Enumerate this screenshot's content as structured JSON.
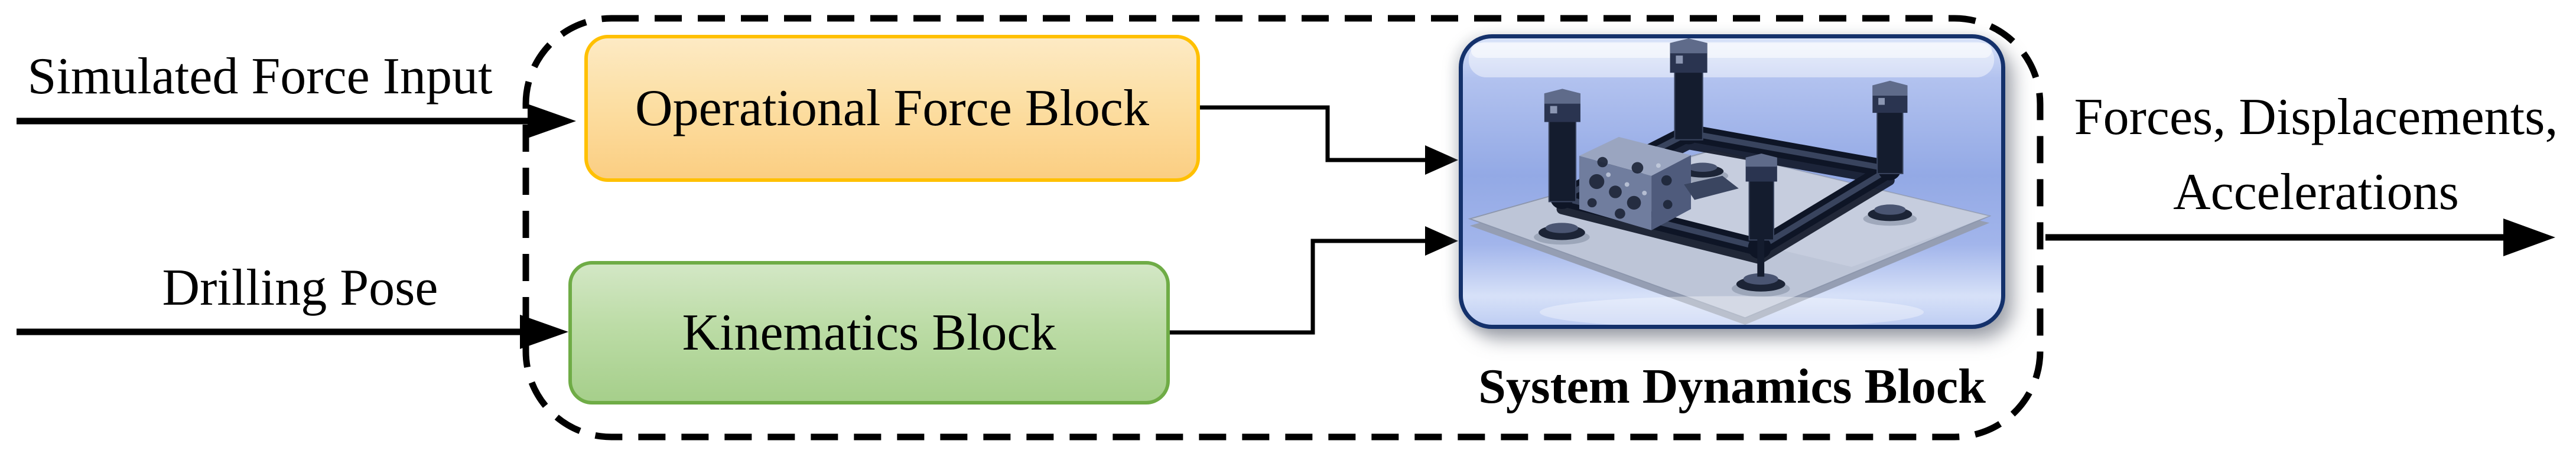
{
  "inputs": [
    {
      "label": "Simulated Force Input"
    },
    {
      "label": "Drilling Pose"
    }
  ],
  "blocks": {
    "operational_force": {
      "label": "Operational Force Block",
      "border_color": "#FFC000",
      "fill_top": "#FDEAC4",
      "fill_bottom": "#FBCE82"
    },
    "kinematics": {
      "label": "Kinematics Block",
      "border_color": "#6FAC46",
      "fill_top": "#D3E7C5",
      "fill_bottom": "#A6CF8B"
    },
    "system_dynamics": {
      "label": "System Dynamics Block",
      "border_color": "#14316B",
      "fill": "#93A9E5",
      "image_alt": "machine-cad-image"
    }
  },
  "output": {
    "line1": "Forces, Displacements,",
    "line2": "Accelerations"
  },
  "palette": {
    "arrow_color": "#000000",
    "dashed_border_color": "#000000",
    "text_color": "#000000",
    "background": "#FFFFFF"
  }
}
